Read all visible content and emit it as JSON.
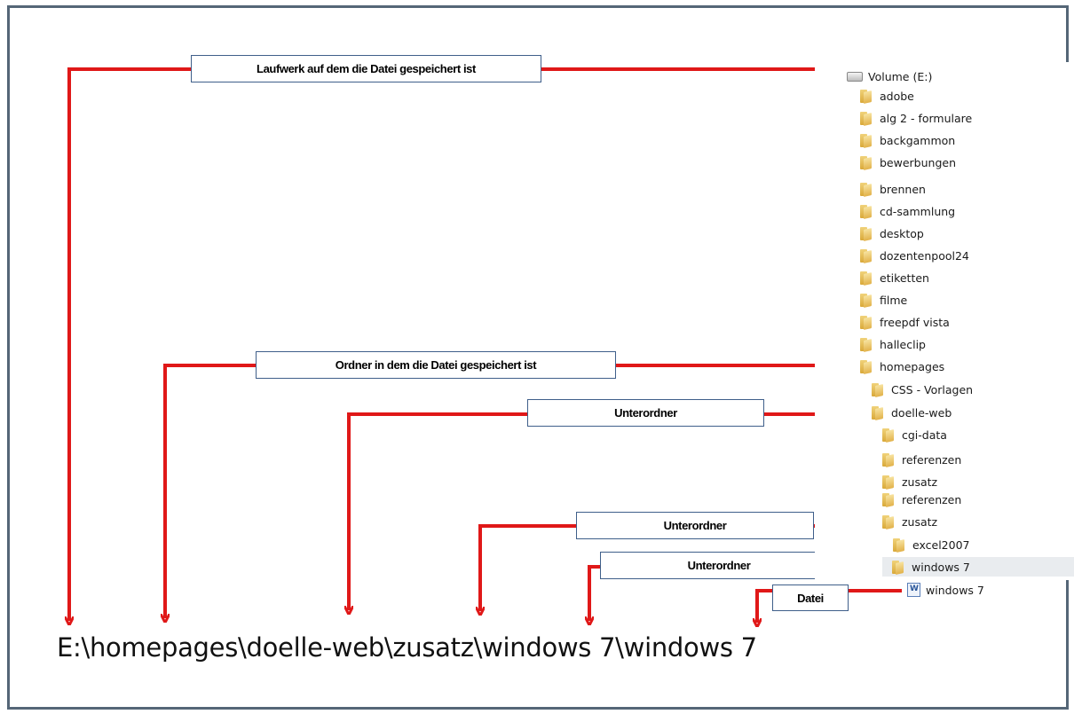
{
  "labels": {
    "drive": "Laufwerk auf dem die Datei gespeichert ist",
    "folder": "Ordner in dem die Datei gespeichert ist",
    "sub1": "Unterordner",
    "sub2": "Unterordner",
    "sub3": "Unterordner",
    "file": "Datei"
  },
  "tree": {
    "drive": "Volume (E:)",
    "items": [
      "adobe",
      "alg 2 - formulare",
      "backgammon",
      "bewerbungen",
      "brennen",
      "cd-sammlung",
      "desktop",
      "dozentenpool24",
      "etiketten",
      "filme",
      "freepdf vista",
      "halleclip",
      "homepages",
      "CSS - Vorlagen",
      "doelle-web",
      "cgi-data",
      "referenzen",
      "zusatz",
      "referenzen",
      "zusatz",
      "excel2007",
      "windows 7"
    ],
    "file": "windows 7"
  },
  "path": "E:\\homepages\\doelle-web\\zusatz\\windows 7\\windows 7",
  "colors": {
    "arrow": "#e01818",
    "label_border": "#3f5f8a",
    "frame": "#556677"
  }
}
